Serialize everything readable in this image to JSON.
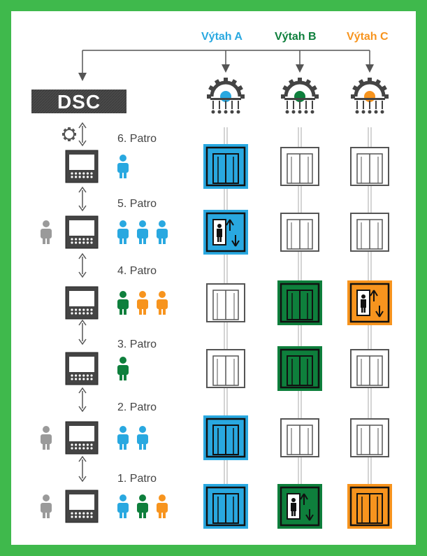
{
  "colors": {
    "frame": "#3fb94c",
    "elevator_a": "#29a8e0",
    "elevator_b": "#0e7f3c",
    "elevator_c": "#f7941e",
    "neutral": "#444444",
    "passenger_gray": "#9a9a9a"
  },
  "dsc": {
    "label": "DSC"
  },
  "elevators": [
    {
      "id": "A",
      "label": "Výtah A",
      "color": "#29a8e0"
    },
    {
      "id": "B",
      "label": "Výtah B",
      "color": "#0e7f3c"
    },
    {
      "id": "C",
      "label": "Výtah C",
      "color": "#f7941e"
    }
  ],
  "floors": [
    {
      "label": "6. Patro",
      "waiting": false,
      "passengers": [
        "A"
      ],
      "cars": [
        {
          "state": "active",
          "color": "A"
        },
        {
          "state": "idle"
        },
        {
          "state": "idle"
        }
      ]
    },
    {
      "label": "5. Patro",
      "waiting": true,
      "passengers": [
        "A",
        "A",
        "A"
      ],
      "cars": [
        {
          "state": "moving",
          "color": "A"
        },
        {
          "state": "idle"
        },
        {
          "state": "idle"
        }
      ]
    },
    {
      "label": "4. Patro",
      "waiting": false,
      "passengers": [
        "B",
        "C",
        "C"
      ],
      "cars": [
        {
          "state": "idle"
        },
        {
          "state": "active",
          "color": "B"
        },
        {
          "state": "moving",
          "color": "C"
        }
      ]
    },
    {
      "label": "3. Patro",
      "waiting": false,
      "passengers": [
        "B"
      ],
      "cars": [
        {
          "state": "idle"
        },
        {
          "state": "active",
          "color": "B"
        },
        {
          "state": "idle"
        }
      ]
    },
    {
      "label": "2. Patro",
      "waiting": true,
      "passengers": [
        "A",
        "A"
      ],
      "cars": [
        {
          "state": "active",
          "color": "A"
        },
        {
          "state": "idle"
        },
        {
          "state": "idle"
        }
      ]
    },
    {
      "label": "1. Patro",
      "waiting": true,
      "passengers": [
        "A",
        "B",
        "C"
      ],
      "cars": [
        {
          "state": "active",
          "color": "A"
        },
        {
          "state": "moving",
          "color": "B"
        },
        {
          "state": "active",
          "color": "C"
        }
      ]
    }
  ],
  "icons": {
    "dispatcher": "gear-controller-icon",
    "settings": "gear-icon",
    "terminal": "destination-terminal-icon",
    "passenger": "person-icon",
    "car": "elevator-car-icon",
    "car_moving": "elevator-in-motion-icon"
  }
}
